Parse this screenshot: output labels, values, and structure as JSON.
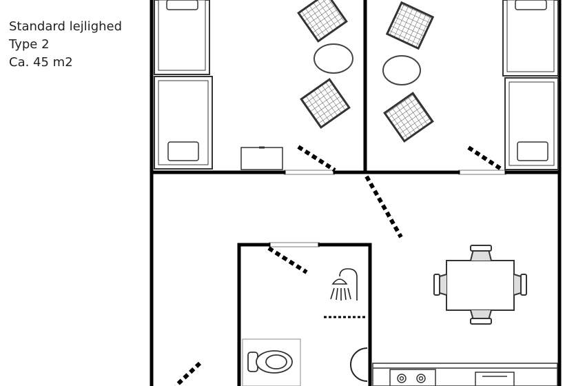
{
  "info": {
    "title": "Standard lejlighed",
    "type": "Type 2",
    "area": "Ca. 45 m2"
  },
  "colors": {
    "wall": "#000000",
    "line": "#333333",
    "background": "#ffffff"
  }
}
